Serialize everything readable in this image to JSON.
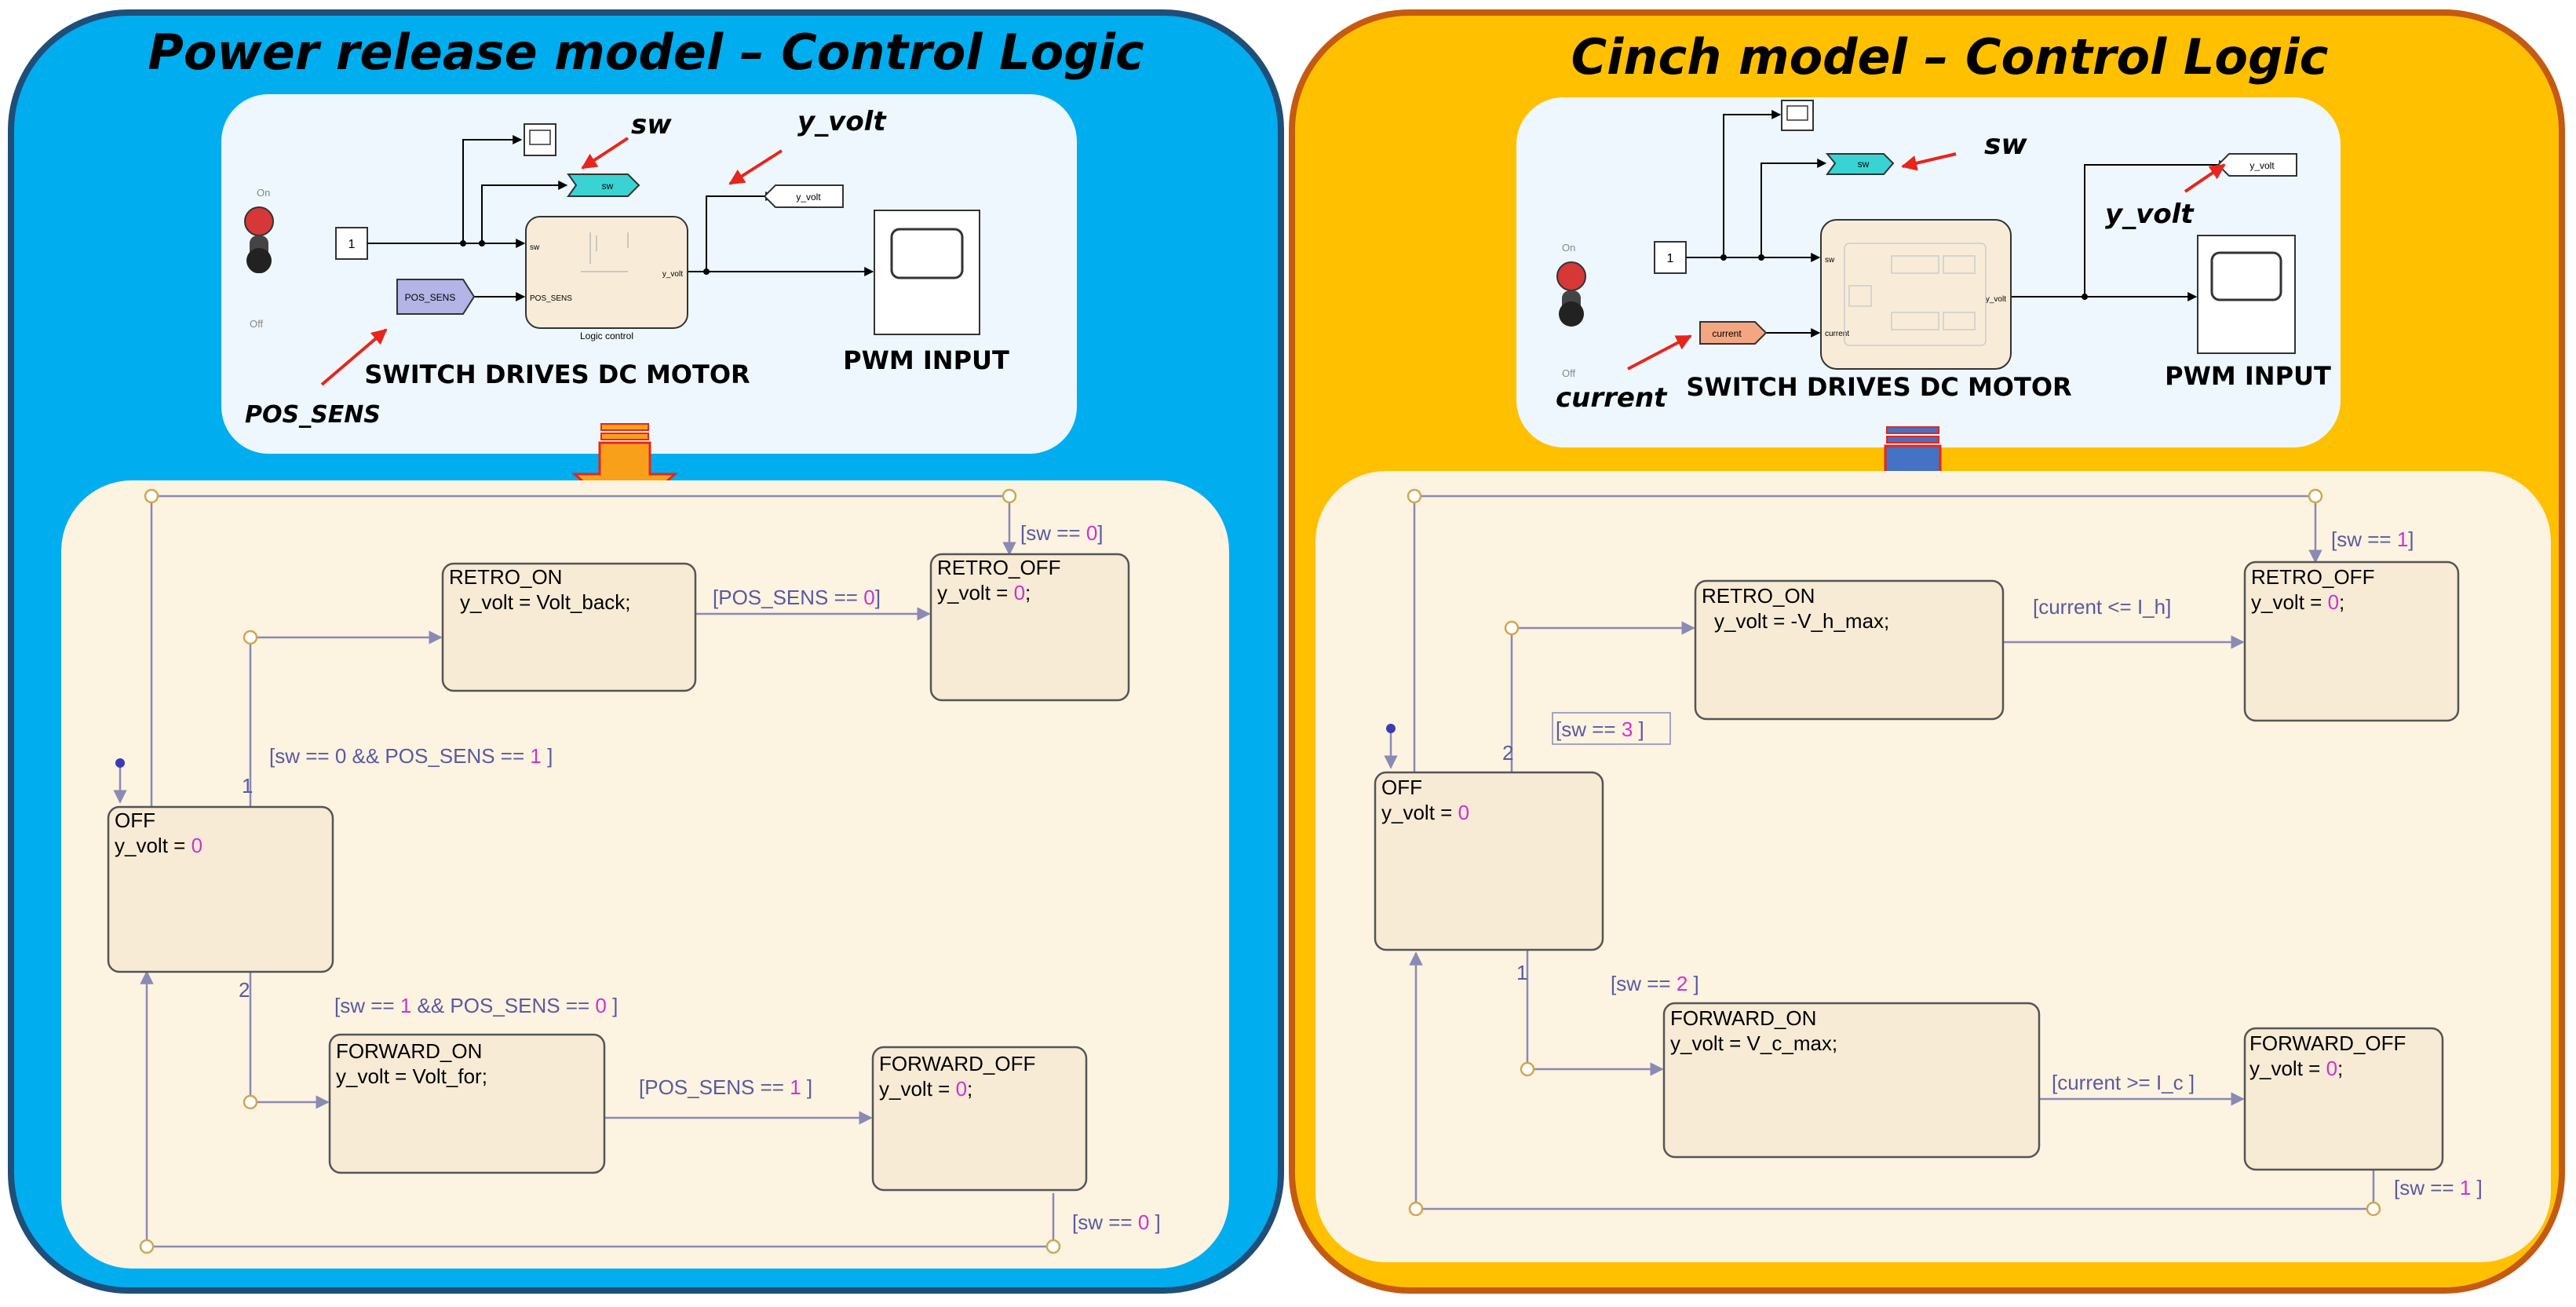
{
  "colors": {
    "left_panel": "#00adef",
    "right_panel": "#ffc000",
    "inner": "#fdf3e1",
    "top_box": "#eef7fe",
    "state_fill": "#f7ebd6",
    "transition": "#8a8ab5",
    "guard": "#5a5aa0",
    "value_pink": "#cc33cc",
    "annot_arrow": "#e8251d",
    "orange_arrow": "#f9a01b",
    "blue_arrow": "#4472c4"
  },
  "left": {
    "title": "Power release model – Control Logic",
    "top": {
      "switch_on": "On",
      "switch_off": "Off",
      "const": "1",
      "goto_sw": "sw",
      "goto_y": "y_volt",
      "from_pos": "POS_SENS",
      "port_sw": "sw",
      "port_pos": "POS_SENS",
      "port_y": "y_volt",
      "block_caption": "Logic control",
      "annot_sw": "sw",
      "annot_y": "y_volt",
      "annot_pos": "POS_SENS",
      "caption_switch": "SWITCH DRIVES DC MOTOR",
      "caption_pwm": "PWM INPUT"
    },
    "states": {
      "off_name": "OFF",
      "off_act": "y_volt = ",
      "off_val": "0",
      "retro_on_name": "RETRO_ON",
      "retro_on_act": "y_volt = Volt_back;",
      "retro_off_name": "RETRO_OFF",
      "retro_off_act": "y_volt = ",
      "retro_off_val": "0",
      "retro_off_semi": ";",
      "fwd_on_name": "FORWARD_ON",
      "fwd_on_act": "y_volt = Volt_for;",
      "fwd_off_name": "FORWARD_OFF",
      "fwd_off_act": "y_volt = ",
      "fwd_off_val": "0",
      "fwd_off_semi": ";"
    },
    "guards": {
      "g_retro_a": "[sw == 0 && POS_SENS == ",
      "g_retro_b": "1",
      "g_retro_c": " ]",
      "g_pos0_a": "[POS_SENS == ",
      "g_pos0_b": "0",
      "g_pos0_c": "]",
      "g_sw0_top_a": "[sw == ",
      "g_sw0_top_b": "0",
      "g_sw0_top_c": "]",
      "g_fwd_a": "[sw == ",
      "g_fwd_b": "1",
      "g_fwd_c": " && POS_SENS == ",
      "g_fwd_d": "0",
      "g_fwd_e": " ]",
      "g_pos1_a": "[POS_SENS == ",
      "g_pos1_b": "1",
      "g_pos1_c": " ]",
      "g_sw0_bot_a": "[sw == ",
      "g_sw0_bot_b": "0",
      "g_sw0_bot_c": " ]",
      "prio1": "1",
      "prio2": "2"
    }
  },
  "right": {
    "title": "Cinch model – Control Logic",
    "top": {
      "switch_on": "On",
      "switch_off": "Off",
      "const": "1",
      "goto_sw": "sw",
      "goto_y": "y_volt",
      "from_current": "current",
      "port_sw": "sw",
      "port_current": "current",
      "port_y": "y_volt",
      "annot_sw": "sw",
      "annot_y": "y_volt",
      "annot_current": "current",
      "caption_switch": "SWITCH DRIVES DC MOTOR",
      "caption_pwm": "PWM INPUT"
    },
    "states": {
      "off_name": "OFF",
      "off_act": "y_volt = ",
      "off_val": "0",
      "retro_on_name": "RETRO_ON",
      "retro_on_act": "y_volt = -V_h_max;",
      "retro_off_name": "RETRO_OFF",
      "retro_off_act": "y_volt = ",
      "retro_off_val": "0",
      "retro_off_semi": ";",
      "fwd_on_name": "FORWARD_ON",
      "fwd_on_act": "y_volt = V_c_max;",
      "fwd_off_name": "FORWARD_OFF",
      "fwd_off_act": "y_volt = ",
      "fwd_off_val": "0",
      "fwd_off_semi": ";"
    },
    "guards": {
      "g_sw3_a": "[sw == ",
      "g_sw3_b": "3",
      "g_sw3_c": " ]",
      "g_cur_le": "[current <= I_h]",
      "g_sw1_top_a": "[sw == ",
      "g_sw1_top_b": "1",
      "g_sw1_top_c": "]",
      "g_sw2_a": "[sw == ",
      "g_sw2_b": "2",
      "g_sw2_c": " ]",
      "g_cur_ge": "[current >= I_c ]",
      "g_sw1_bot_a": "[sw == ",
      "g_sw1_bot_b": "1",
      "g_sw1_bot_c": " ]",
      "prio1": "1",
      "prio2": "2"
    }
  }
}
